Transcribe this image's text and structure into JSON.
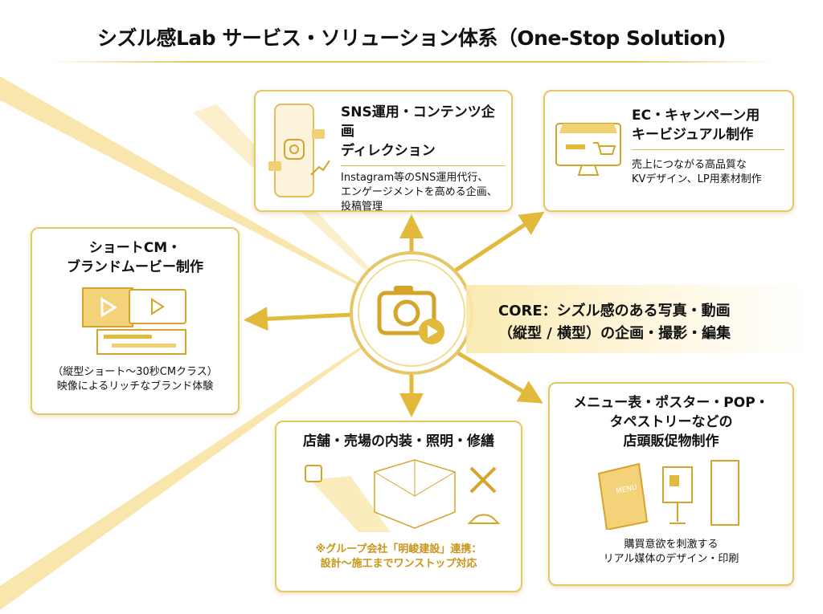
{
  "title": "シズル感Lab サービス・ソリューション体系（One-Stop Solution)",
  "core": {
    "line1": "CORE：シズル感のある写真・動画",
    "line2": "（縦型 / 横型）の企画・撮影・編集"
  },
  "sns": {
    "title1": "SNS運用・コンテンツ企画",
    "title2": "ディレクション",
    "desc1": "Instagram等のSNS運用代行、",
    "desc2": "エンゲージメントを高める企画、",
    "desc3": "投稿管理"
  },
  "ec": {
    "title1": "EC・キャンペーン用",
    "title2": "キービジュアル制作",
    "desc1": "売上につながる高品質な",
    "desc2": "KVデザイン、LP用素材制作"
  },
  "cm": {
    "title1": "ショートCM・",
    "title2": "ブランドムービー制作",
    "desc1": "（縦型ショート〜30秒CMクラス）",
    "desc2": "映像によるリッチなブランド体験"
  },
  "store": {
    "title": "店舗・売場の内装・照明・修繕",
    "note1": "※グループ会社「明峻建設」連携：",
    "note2": "設計〜施工までワンストップ対応"
  },
  "menu": {
    "title1": "メニュー表・ポスター・POP・",
    "title2": "タペストリーなどの",
    "title3": "店頭販促物制作",
    "desc1": "購買意欲を刺激する",
    "desc2": "リアル媒体のデザイン・印刷",
    "menu_label": "MENU"
  },
  "colors": {
    "gold": "#e5c766",
    "dark_gold": "#c9961a"
  }
}
